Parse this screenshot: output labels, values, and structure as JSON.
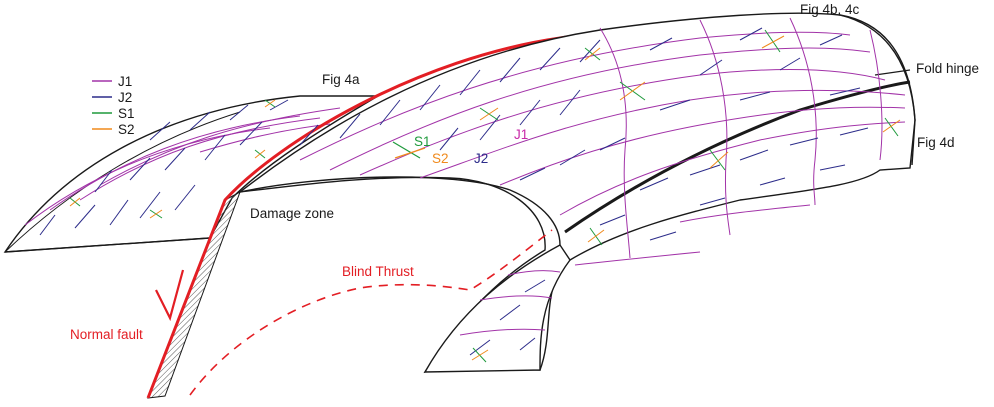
{
  "legend": {
    "items": [
      {
        "label": "J1",
        "color": "#a233a8"
      },
      {
        "label": "J2",
        "color": "#2c2c8a"
      },
      {
        "label": "S1",
        "color": "#1f9a3c"
      },
      {
        "label": "S2",
        "color": "#f08a1c"
      }
    ]
  },
  "labels": {
    "fig_4a": "Fig 4a",
    "fig_4b_4c": "Fig 4b, 4c",
    "fold_hinge": "Fold hinge",
    "fig_4d": "Fig 4d",
    "damage_zone": "Damage zone",
    "blind_thrust": "Blind Thrust",
    "normal_fault": "Normal fault",
    "inline_s1": "S1",
    "inline_s2": "S2",
    "inline_j1": "J1",
    "inline_j2": "J2"
  },
  "colors": {
    "outline": "#1a1a1a",
    "fault": "#e31e24",
    "j1": "#a233a8",
    "j2": "#2c2c8a",
    "s1": "#1f9a3c",
    "s2": "#f08a1c",
    "hatch": "#555555"
  }
}
